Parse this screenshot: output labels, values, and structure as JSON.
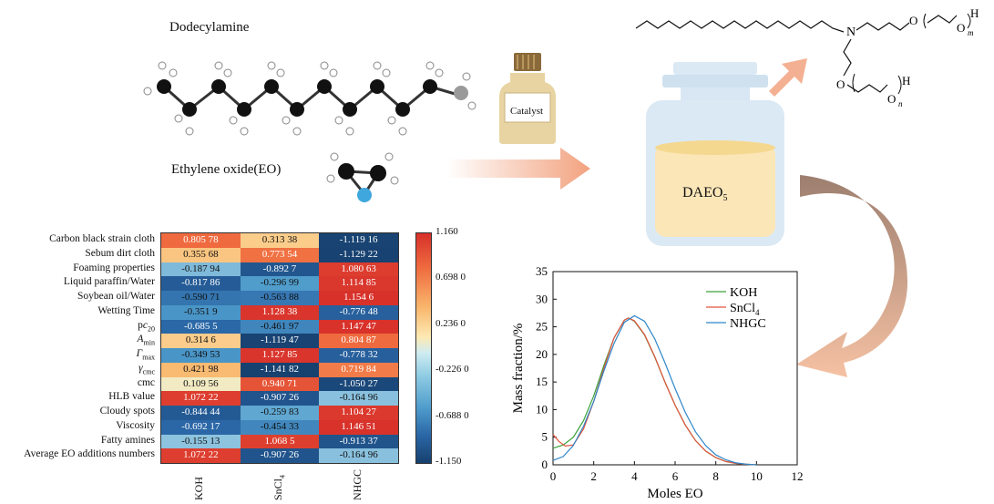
{
  "labels": {
    "dodecylamine": "Dodecylamine",
    "ethylene_oxide": "Ethylene oxide(EO)",
    "catalyst": "Catalyst",
    "product": "DAEO",
    "product_sub": "5",
    "structure_m": "m",
    "structure_n": "n",
    "structure_N": "N",
    "structure_O": "O",
    "structure_H": "H"
  },
  "colors": {
    "carbon": "#111111",
    "hydrogen": "#ffffff",
    "nitrogen": "#9a9a9a",
    "oxygen": "#3fa7dd",
    "arrow": "#f2a27f",
    "jar_body": "#dbe9f4",
    "jar_fill": "#fbe6b8",
    "koh": "#3aa23a",
    "sncl4": "#e2533c",
    "nhgc": "#2f86c9"
  },
  "heatmap": {
    "rows": [
      "Carbon black strain cloth",
      "Sebum dirt cloth",
      "Foaming properties",
      "Liquid paraffin/Water",
      "Soybean oil/Water",
      "Wetting Time",
      "pc20",
      "Amin",
      "Γmax",
      "γcmc",
      "cmc",
      "HLB value",
      "Cloudy spots",
      "Viscosity",
      "Fatty amines",
      "Average EO additions numbers"
    ],
    "row_display": [
      {
        "main": "Carbon black strain cloth"
      },
      {
        "main": "Sebum dirt cloth"
      },
      {
        "main": "Foaming properties"
      },
      {
        "main": "Liquid paraffin/Water"
      },
      {
        "main": "Soybean oil/Water"
      },
      {
        "main": "Wetting Time"
      },
      {
        "main": "pc",
        "sub": "20"
      },
      {
        "main": "A",
        "sub": "min"
      },
      {
        "main": "Γ",
        "sub": "max"
      },
      {
        "main": "γ",
        "sub": "cmc"
      },
      {
        "main": "cmc"
      },
      {
        "main": "HLB value"
      },
      {
        "main": "Cloudy spots"
      },
      {
        "main": "Viscosity"
      },
      {
        "main": "Fatty amines"
      },
      {
        "main": "Average EO additions numbers"
      }
    ],
    "columns": [
      "KOH",
      "SnCl4",
      "NHGC"
    ],
    "column_display": [
      {
        "main": "KOH"
      },
      {
        "main": "SnCl",
        "sub": "4"
      },
      {
        "main": "NHGC"
      }
    ],
    "values": [
      [
        0.80578,
        0.31338,
        -1.11916
      ],
      [
        0.35568,
        0.77354,
        -1.12922
      ],
      [
        -0.18794,
        -0.8927,
        1.08063
      ],
      [
        -0.81786,
        -0.29699,
        1.11485
      ],
      [
        -0.59071,
        -0.56388,
        1.1546
      ],
      [
        -0.3519,
        1.12838,
        -0.77648
      ],
      [
        -0.6855,
        -0.46197,
        1.14747
      ],
      [
        0.3146,
        -1.11947,
        0.80487
      ],
      [
        -0.34953,
        1.12785,
        -0.77832
      ],
      [
        0.42198,
        -1.14182,
        0.71984
      ],
      [
        0.10956,
        0.94071,
        -1.05027
      ],
      [
        1.07222,
        -0.90726,
        -0.16496
      ],
      [
        -0.84444,
        -0.25983,
        1.10427
      ],
      [
        -0.69217,
        -0.45433,
        1.14651
      ],
      [
        -0.15513,
        1.0685,
        -0.91337
      ],
      [
        1.07222,
        -0.90726,
        -0.16496
      ]
    ],
    "value_text": [
      [
        "0.805 78",
        "0.313 38",
        "-1.119 16"
      ],
      [
        "0.355 68",
        "0.773 54",
        "-1.129 22"
      ],
      [
        "-0.187 94",
        "-0.892 7",
        "1.080 63"
      ],
      [
        "-0.817 86",
        "-0.296 99",
        "1.114 85"
      ],
      [
        "-0.590 71",
        "-0.563 88",
        "1.154 6"
      ],
      [
        "-0.351 9",
        "1.128 38",
        "-0.776 48"
      ],
      [
        "-0.685 5",
        "-0.461 97",
        "1.147 47"
      ],
      [
        "0.314 6",
        "-1.119 47",
        "0.804 87"
      ],
      [
        "-0.349 53",
        "1.127 85",
        "-0.778 32"
      ],
      [
        "0.421 98",
        "-1.141 82",
        "0.719 84"
      ],
      [
        "0.109 56",
        "0.940 71",
        "-1.050 27"
      ],
      [
        "1.072 22",
        "-0.907 26",
        "-0.164 96"
      ],
      [
        "-0.844 44",
        "-0.259 83",
        "1.104 27"
      ],
      [
        "-0.692 17",
        "-0.454 33",
        "1.146 51"
      ],
      [
        "-0.155 13",
        "1.068 5",
        "-0.913 37"
      ],
      [
        "1.072 22",
        "-0.907 26",
        "-0.164 96"
      ]
    ],
    "colorbar_ticks": [
      "1.160",
      "0.698 0",
      "0.236 0",
      "-0.226 0",
      "-0.688 0",
      "-1.150"
    ],
    "colorbar_range": [
      -1.15,
      1.16
    ]
  },
  "chart_data": {
    "type": "line",
    "xlabel": "Moles EO",
    "ylabel": "Mass fraction/%",
    "xlim": [
      0,
      12
    ],
    "ylim": [
      0,
      35
    ],
    "xticks": [
      "0",
      "2",
      "4",
      "6",
      "8",
      "10",
      "12"
    ],
    "yticks": [
      "0",
      "5",
      "10",
      "15",
      "20",
      "25",
      "30",
      "35"
    ],
    "legend_position": "top-right",
    "series": [
      {
        "name": "KOH",
        "legend_main": "KOH",
        "color": "#3aa23a",
        "x": [
          0,
          0.5,
          1,
          1.5,
          2,
          2.5,
          3,
          3.5,
          3.7,
          4,
          4.5,
          5,
          5.5,
          6,
          6.5,
          7,
          7.5,
          8,
          8.5,
          9,
          9.5,
          10
        ],
        "y": [
          3,
          3.6,
          5,
          8,
          12.5,
          18,
          23,
          26.2,
          26.6,
          26,
          23.5,
          19.5,
          15,
          10.8,
          7.2,
          4.4,
          2.5,
          1.3,
          0.6,
          0.25,
          0.1,
          0
        ]
      },
      {
        "name": "SnCl4",
        "legend_main": "SnCl",
        "legend_sub": "4",
        "color": "#e2533c",
        "x": [
          0,
          0.3,
          0.6,
          1,
          1.5,
          2,
          2.5,
          3,
          3.5,
          3.7,
          4,
          4.5,
          5,
          5.5,
          6,
          6.5,
          7,
          7.5,
          8,
          8.5,
          9,
          9.5,
          10
        ],
        "y": [
          5.5,
          4.2,
          3.4,
          3.6,
          6.5,
          11.5,
          17.5,
          23,
          26.2,
          26.6,
          26.1,
          23.6,
          19.6,
          15,
          10.8,
          7.2,
          4.4,
          2.5,
          1.3,
          0.6,
          0.25,
          0.1,
          0
        ]
      },
      {
        "name": "NHGC",
        "legend_main": "NHGC",
        "color": "#2f86c9",
        "x": [
          0,
          0.5,
          1,
          1.5,
          2,
          2.5,
          3,
          3.5,
          4,
          4.5,
          5,
          5.5,
          6,
          6.5,
          7,
          7.5,
          8,
          8.5,
          9,
          9.5,
          10
        ],
        "y": [
          0.8,
          1.5,
          3.5,
          7,
          11.5,
          17,
          22,
          25.8,
          27,
          26,
          22.8,
          18.5,
          13.8,
          9.5,
          6,
          3.5,
          1.8,
          0.9,
          0.35,
          0.12,
          0
        ]
      }
    ]
  }
}
